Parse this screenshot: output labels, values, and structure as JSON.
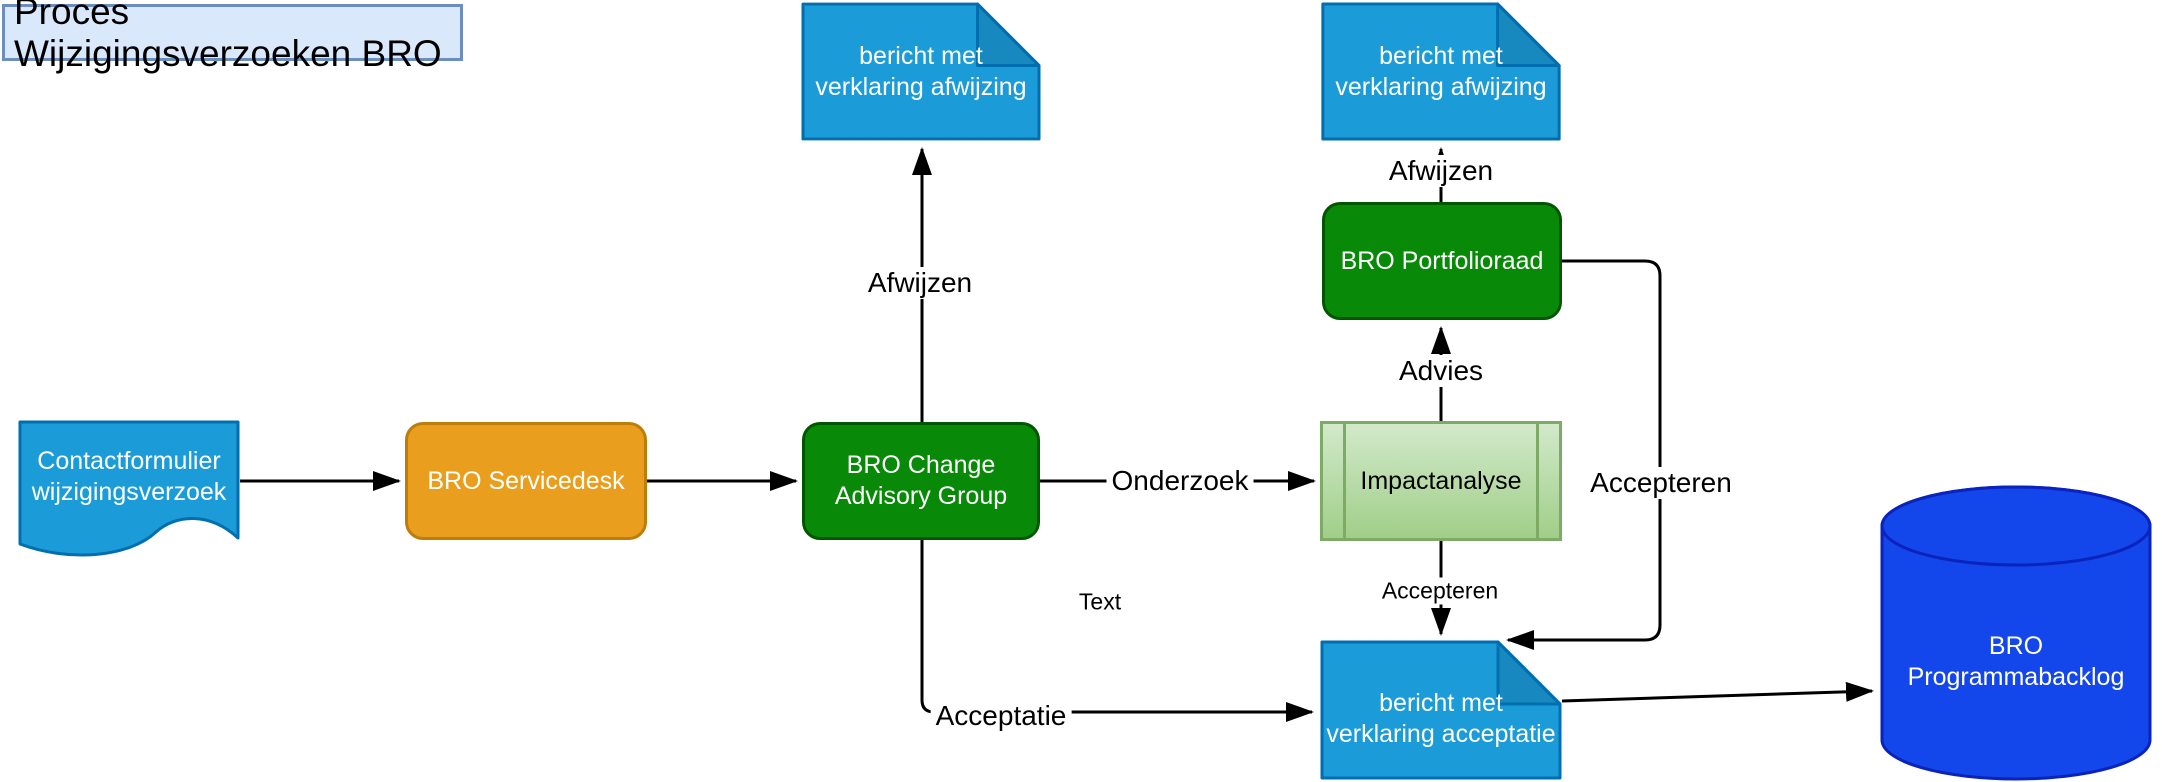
{
  "title": "Proces Wijzigingsverzoeken BRO",
  "nodes": {
    "contactformulier": {
      "line1": "Contactformulier",
      "line2": "wijzigingsverzoek"
    },
    "servicedesk": {
      "label": "BRO Servicedesk"
    },
    "change_advisory_group": {
      "line1": "BRO Change",
      "line2": "Advisory Group"
    },
    "impactanalyse": {
      "label": "Impactanalyse"
    },
    "portfolioraad": {
      "label": "BRO Portfolioraad"
    },
    "note_afwijzing_1": {
      "line1": "bericht met",
      "line2": "verklaring afwijzing"
    },
    "note_afwijzing_2": {
      "line1": "bericht met",
      "line2": "verklaring afwijzing"
    },
    "note_acceptatie": {
      "line1": "bericht met",
      "line2": "verklaring acceptatie"
    },
    "programmabacklog": {
      "line1": "BRO",
      "line2": "Programmabacklog"
    }
  },
  "edge_labels": {
    "afwijzen_cag": "Afwijzen",
    "afwijzen_portfolioraad": "Afwijzen",
    "advies": "Advies",
    "onderzoek": "Onderzoek",
    "accepteren_route": "Accepteren",
    "accepteren_impact": "Accepteren",
    "acceptatie": "Acceptatie",
    "floating_text": "Text"
  },
  "colors": {
    "canvas_bg": "#ffffff",
    "title_fill": "#dae8fc",
    "title_stroke": "#6c8ebf",
    "title_text": "#000000",
    "blue_fill": "#1b9cd9",
    "blue_stroke": "#006eaf",
    "green_fill": "#088a08",
    "green_stroke": "#005700",
    "orange_fill": "#e99e1e",
    "orange_stroke": "#bd7d0b",
    "process_fill_top": "#d2e9ca",
    "process_fill_bottom": "#a0cf89",
    "process_stroke": "#7dab66",
    "db_fill": "#1447eb",
    "db_stroke": "#0a23bd",
    "edge_color": "#000000",
    "label_text": "#000000",
    "node_text": "#ffffff",
    "process_text": "#000000"
  }
}
